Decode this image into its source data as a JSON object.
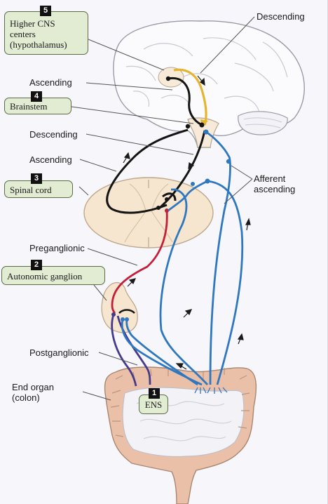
{
  "boxes": {
    "higher_cns": {
      "number": "5",
      "lines": [
        "Higher CNS",
        "centers",
        "(hypothalamus)"
      ]
    },
    "brainstem": {
      "number": "4",
      "text": "Brainstem"
    },
    "spinal_cord": {
      "number": "3",
      "text": "Spinal cord"
    },
    "autonomic_ganglion": {
      "number": "2",
      "text": "Autonomic ganglion"
    },
    "ens": {
      "number": "1",
      "text": "ENS"
    }
  },
  "labels": {
    "descending_top": "Descending",
    "ascending_top": "Ascending",
    "descending_mid": "Descending",
    "ascending_mid": "Ascending",
    "afferent_ascending": [
      "Afferent",
      "ascending"
    ],
    "preganglionic": "Preganglionic",
    "postganglionic": "Postganglionic",
    "end_organ": [
      "End organ",
      "(colon)"
    ]
  },
  "colors": {
    "efferent_descending": "#e6b42e",
    "cns_pathways": "#141414",
    "preganglionic": "#c41e3a",
    "postganglionic": "#463a8c",
    "afferent": "#2f78c0",
    "tissue": "#f6e6d0",
    "box_fill": "#e1ecd2"
  }
}
